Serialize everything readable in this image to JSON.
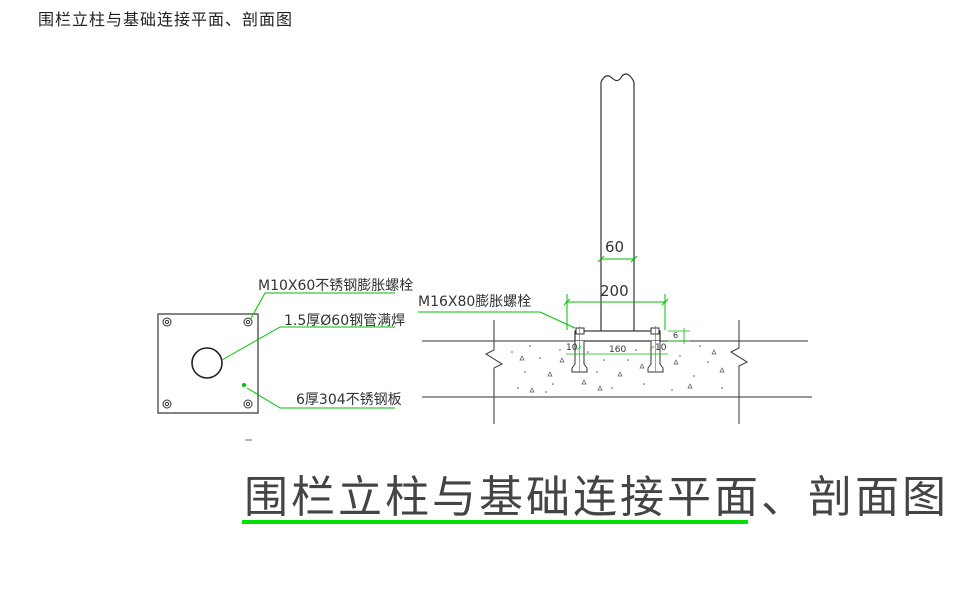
{
  "page_title": "围栏立柱与基础连接平面、剖面图",
  "drawing": {
    "title": "围栏立柱与基础连接平面、剖面图",
    "plan_labels": {
      "bolt_m10": "M10X60不锈钢膨胀螺栓",
      "tube": "1.5厚Ø60钢管满焊",
      "plate": "6厚304不锈钢板"
    },
    "section_labels": {
      "bolt_m16": "M16X80膨胀螺栓",
      "dim_post": "60",
      "dim_plate": "200",
      "dim_10_left": "10",
      "dim_160": "160",
      "dim_10_right": "10",
      "dim_6": "6"
    },
    "colors": {
      "leader_green": "#00c000",
      "underline_green": "#00e000",
      "line": "#333333"
    }
  }
}
